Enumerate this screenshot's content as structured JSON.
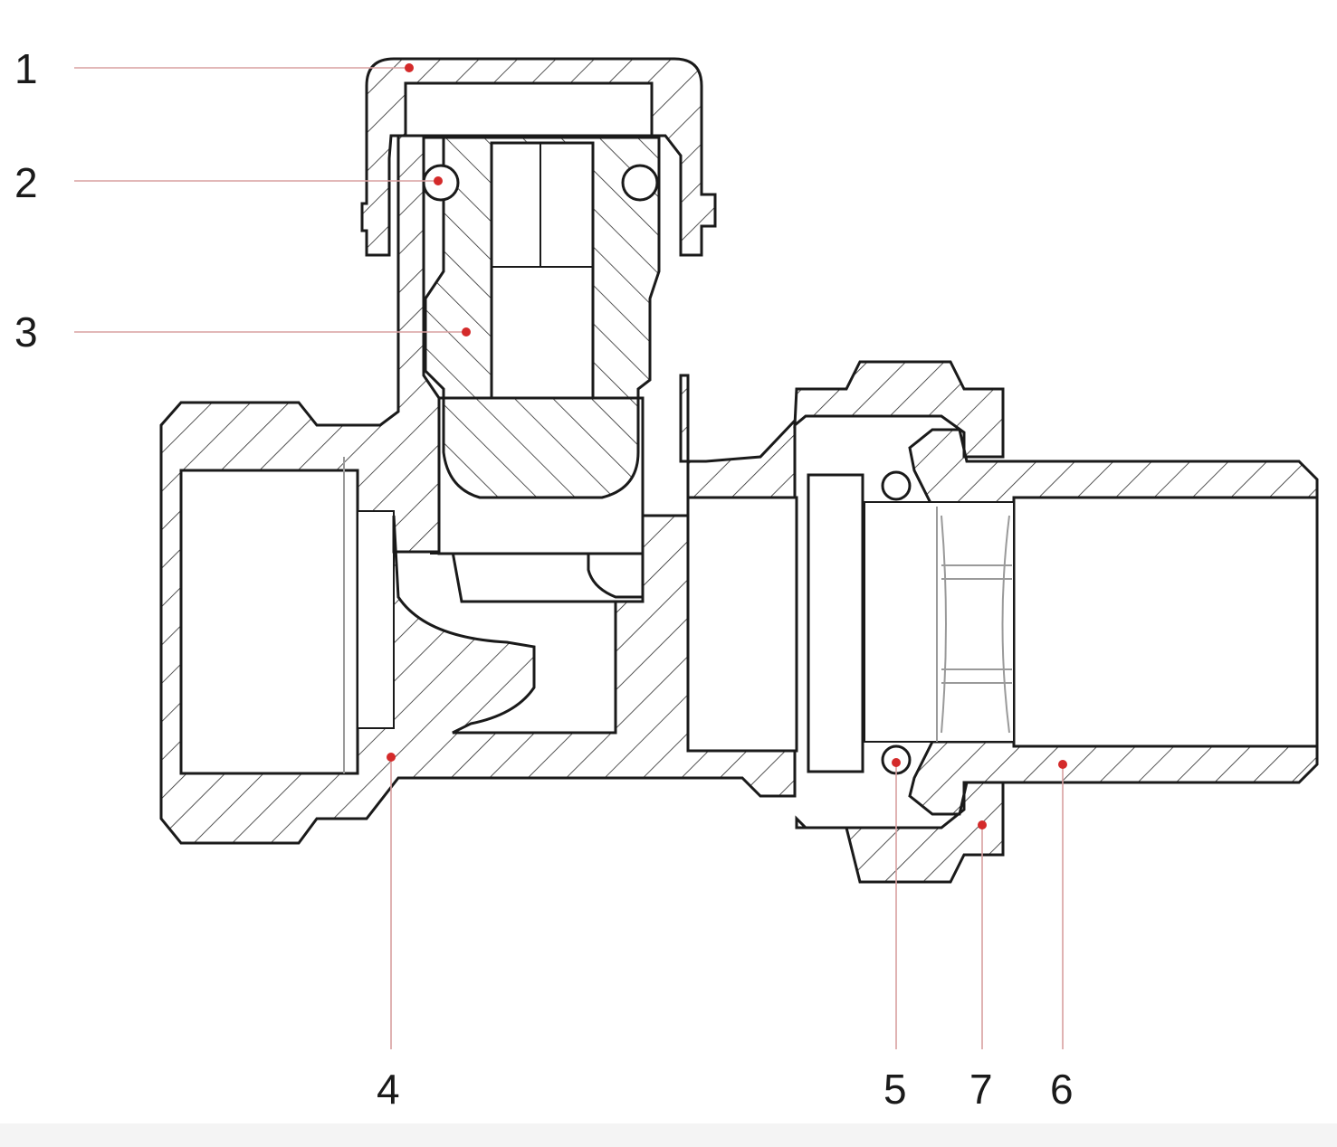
{
  "callouts": [
    {
      "id": "1",
      "label": "1"
    },
    {
      "id": "2",
      "label": "2"
    },
    {
      "id": "3",
      "label": "3"
    },
    {
      "id": "4",
      "label": "4"
    },
    {
      "id": "5",
      "label": "5"
    },
    {
      "id": "7",
      "label": "7"
    },
    {
      "id": "6",
      "label": "6"
    }
  ],
  "colors": {
    "outline": "#1a1a1a",
    "hatch": "#2a2a2a",
    "leader_line": "#d9a0a0",
    "marker_dot": "#d42a2a",
    "thin_line": "#9a9a9a"
  }
}
